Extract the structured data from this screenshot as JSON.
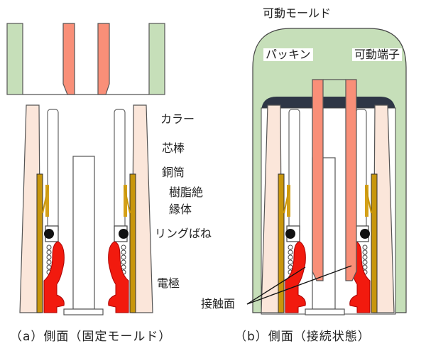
{
  "diagram": {
    "labels": {
      "collar": "カラー",
      "core_rod": "芯棒",
      "copper_tube": "銅筒",
      "resin_insulator_line1": "樹脂絶",
      "resin_insulator_line2": "縁体",
      "ring_spring": "リングばね",
      "electrode": "電極",
      "contact_surface": "接触面",
      "movable_mold": "可動モールド",
      "packing": "パッキン",
      "movable_terminal": "可動端子"
    },
    "captions": {
      "a": "（a）側面（固定モールド）",
      "b": "（b）側面（接続状態）"
    },
    "colors": {
      "mold_green": "#c6dfb9",
      "terminal_salmon": "#f98f78",
      "collar_peach": "#fbe6da",
      "copper_gold": "#c8960c",
      "electrode_red": "#f21a0e",
      "packing_navy": "#2e3646",
      "outline": "#444444"
    }
  }
}
